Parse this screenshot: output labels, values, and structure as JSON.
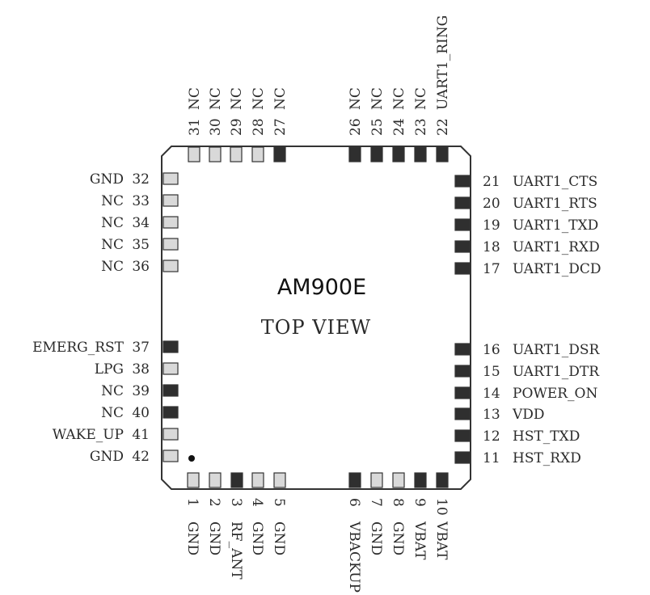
{
  "chip": {
    "name": "AM900E",
    "view_label": "TOP VIEW"
  },
  "colors": {
    "outline": "#333333",
    "pad_dark": "#2f2f2f",
    "pad_light": "#d9d9d9",
    "text": "#2b2b2b"
  },
  "pins": {
    "left": [
      {
        "num": "32",
        "name": "GND",
        "pad": "light"
      },
      {
        "num": "33",
        "name": "NC",
        "pad": "light"
      },
      {
        "num": "34",
        "name": "NC",
        "pad": "light"
      },
      {
        "num": "35",
        "name": "NC",
        "pad": "light"
      },
      {
        "num": "36",
        "name": "NC",
        "pad": "light"
      },
      {
        "num": "37",
        "name": "EMERG_RST",
        "pad": "dark"
      },
      {
        "num": "38",
        "name": "LPG",
        "pad": "light"
      },
      {
        "num": "39",
        "name": "NC",
        "pad": "dark"
      },
      {
        "num": "40",
        "name": "NC",
        "pad": "dark"
      },
      {
        "num": "41",
        "name": "WAKE_UP",
        "pad": "light"
      },
      {
        "num": "42",
        "name": "GND",
        "pad": "light"
      }
    ],
    "right": [
      {
        "num": "21",
        "name": "UART1_CTS",
        "pad": "dark"
      },
      {
        "num": "20",
        "name": "UART1_RTS",
        "pad": "dark"
      },
      {
        "num": "19",
        "name": "UART1_TXD",
        "pad": "dark"
      },
      {
        "num": "18",
        "name": "UART1_RXD",
        "pad": "dark"
      },
      {
        "num": "17",
        "name": "UART1_DCD",
        "pad": "dark"
      },
      {
        "num": "16",
        "name": "UART1_DSR",
        "pad": "dark"
      },
      {
        "num": "15",
        "name": "UART1_DTR",
        "pad": "dark"
      },
      {
        "num": "14",
        "name": "POWER_ON",
        "pad": "dark"
      },
      {
        "num": "13",
        "name": "VDD",
        "pad": "dark"
      },
      {
        "num": "12",
        "name": "HST_TXD",
        "pad": "dark"
      },
      {
        "num": "11",
        "name": "HST_RXD",
        "pad": "dark"
      }
    ],
    "top": [
      {
        "num": "31",
        "name": "NC",
        "pad": "light"
      },
      {
        "num": "30",
        "name": "NC",
        "pad": "light"
      },
      {
        "num": "29",
        "name": "NC",
        "pad": "light"
      },
      {
        "num": "28",
        "name": "NC",
        "pad": "light"
      },
      {
        "num": "27",
        "name": "NC",
        "pad": "dark"
      },
      {
        "num": "26",
        "name": "NC",
        "pad": "dark"
      },
      {
        "num": "25",
        "name": "NC",
        "pad": "dark"
      },
      {
        "num": "24",
        "name": "NC",
        "pad": "dark"
      },
      {
        "num": "23",
        "name": "NC",
        "pad": "dark"
      },
      {
        "num": "22",
        "name": "UART1_RING",
        "pad": "dark"
      }
    ],
    "bottom": [
      {
        "num": "1",
        "name": "GND",
        "pad": "light"
      },
      {
        "num": "2",
        "name": "GND",
        "pad": "light"
      },
      {
        "num": "3",
        "name": "RF_ANT",
        "pad": "dark"
      },
      {
        "num": "4",
        "name": "GND",
        "pad": "light"
      },
      {
        "num": "5",
        "name": "GND",
        "pad": "light"
      },
      {
        "num": "6",
        "name": "VBACKUP",
        "pad": "dark"
      },
      {
        "num": "7",
        "name": "GND",
        "pad": "light"
      },
      {
        "num": "8",
        "name": "GND",
        "pad": "light"
      },
      {
        "num": "9",
        "name": "VBAT",
        "pad": "dark"
      },
      {
        "num": "10",
        "name": "VBAT",
        "pad": "dark"
      }
    ]
  }
}
